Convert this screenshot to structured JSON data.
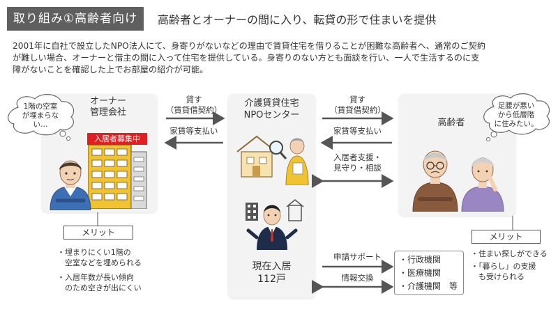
{
  "header": {
    "tag": "取り組み①高齢者向け",
    "title": "高齢者とオーナーの間に入り、転貸の形で住まいを提供"
  },
  "description": {
    "line1": "2001年に自社で設立したNPO法人にて、身寄りがないなどの理由で賃貸住宅を借りることが困難な高齢者へ、通常のご契約",
    "line2": "が難しい場合、オーナーと借主の間に入って住宅を提供している。身寄りのない方とも面談を行い、一人で生活するのに支",
    "line3": "障がないことを確認した上でお部屋の紹介が可能。"
  },
  "owner": {
    "title_l1": "オーナー",
    "title_l2": "管理会社",
    "thought_l1": "1階の空室",
    "thought_l2": "が埋まらな",
    "thought_l3": "い…",
    "recruiting_label": "入居者募集中",
    "merit_label": "メリット",
    "merits": [
      "・埋まりにくい1階の",
      "　空室などを埋められる",
      "・入居年数が長い傾向",
      "　のため空きが出にくい"
    ]
  },
  "npo": {
    "title_l1": "介護賃貸住宅",
    "title_l2": "NPOセンター",
    "residents_label": "現在入居",
    "residents_count": "112戸"
  },
  "elderly": {
    "title": "高齢者",
    "thought_l1": "足腰が悪い",
    "thought_l2": "から低層階",
    "thought_l3": "に住みたい。",
    "merit_label": "メリット",
    "merits": [
      "・住まい探しができる",
      "・「暮らし」の支援",
      "　も受けられる"
    ]
  },
  "arrows": {
    "lease_left_l1": "貸す",
    "lease_left_l2": "（賃貸借契約）",
    "rent_left": "家賃等支払い",
    "lease_right_l1": "貸す",
    "lease_right_l2": "（賃貸借契約）",
    "rent_right": "家賃等支払い",
    "support_l1": "入居者支援・",
    "support_l2": "見守り・相談",
    "application_support": "申請サポート",
    "info_exchange": "情報交換"
  },
  "agencies": [
    "・行政機関",
    "・医療機関",
    "・介護機関　等"
  ],
  "colors": {
    "tag_bg": "#5f5f5f",
    "panel_bg": "#f3f3f3",
    "arrow": "#555555",
    "recruit_red": "#e02020",
    "building_yellow": "#f1c232"
  }
}
